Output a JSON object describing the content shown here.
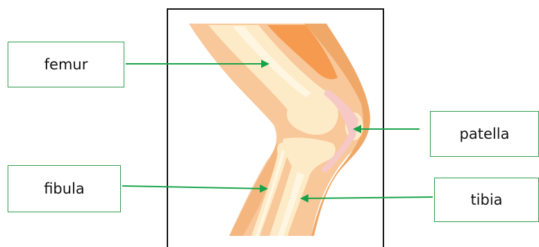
{
  "labels": {
    "femur": "femur",
    "fibula": "fibula",
    "patella": "patella",
    "tibia": "tibia"
  },
  "colors": {
    "arrow": "#17a34a",
    "box_border": "#2e9a47",
    "skin": "#f8c79a",
    "skin_dark": "#f0a868",
    "muscle": "#f59a4e",
    "bone": "#fdebc8",
    "bone_light": "#fff6e2",
    "cartilage": "#f6c9c6"
  }
}
